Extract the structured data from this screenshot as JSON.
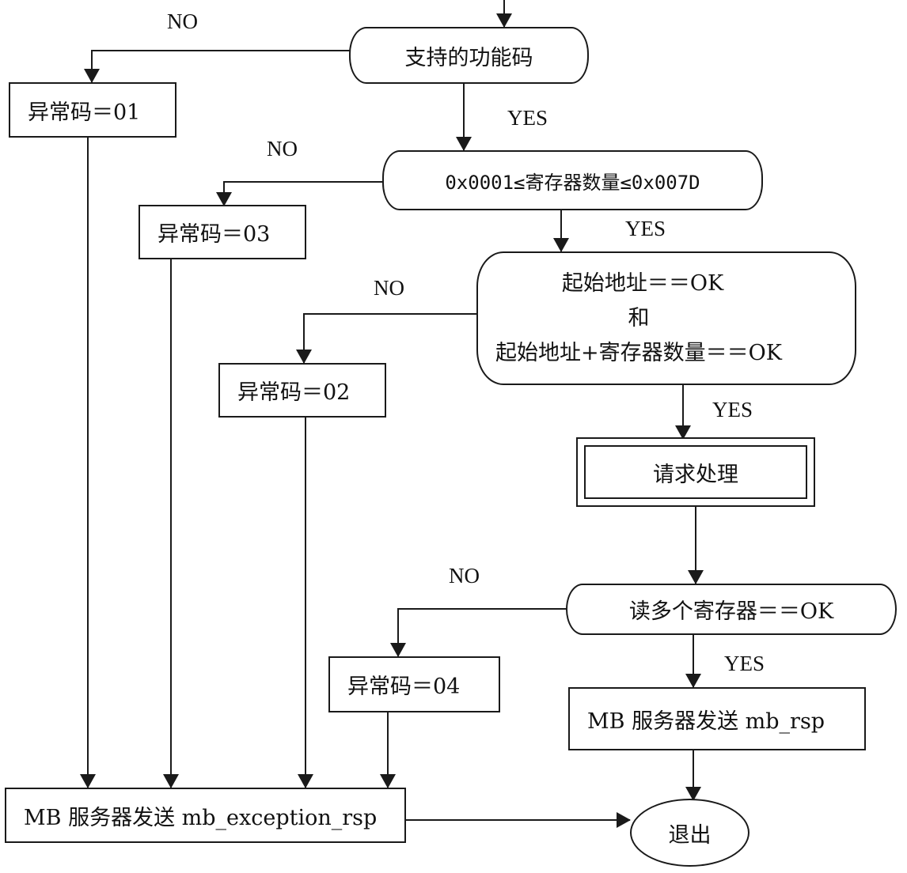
{
  "nodes": {
    "func_check": "支持的功能码",
    "exc01": "异常码＝01",
    "reg_check": "0x0001≤寄存器数量≤0x007D",
    "exc03": "异常码＝03",
    "addr_check_line1": "起始地址＝＝OK",
    "addr_check_line2": "和",
    "addr_check_line3": "起始地址+寄存器数量＝＝OK",
    "exc02": "异常码＝02",
    "process": "请求处理",
    "read_check": "读多个寄存器＝＝OK",
    "exc04": "异常码＝04",
    "send_rsp": "MB 服务器发送 mb_rsp",
    "send_exc": "MB 服务器发送 mb_exception_rsp",
    "exit": "退出"
  },
  "labels": {
    "no1": "NO",
    "yes1": "YES",
    "no2": "NO",
    "yes2": "YES",
    "no3": "NO",
    "yes3": "YES",
    "no4": "NO",
    "yes4": "YES"
  },
  "colors": {
    "line": "#1a1a1a",
    "text": "#111111",
    "background": "#ffffff"
  }
}
